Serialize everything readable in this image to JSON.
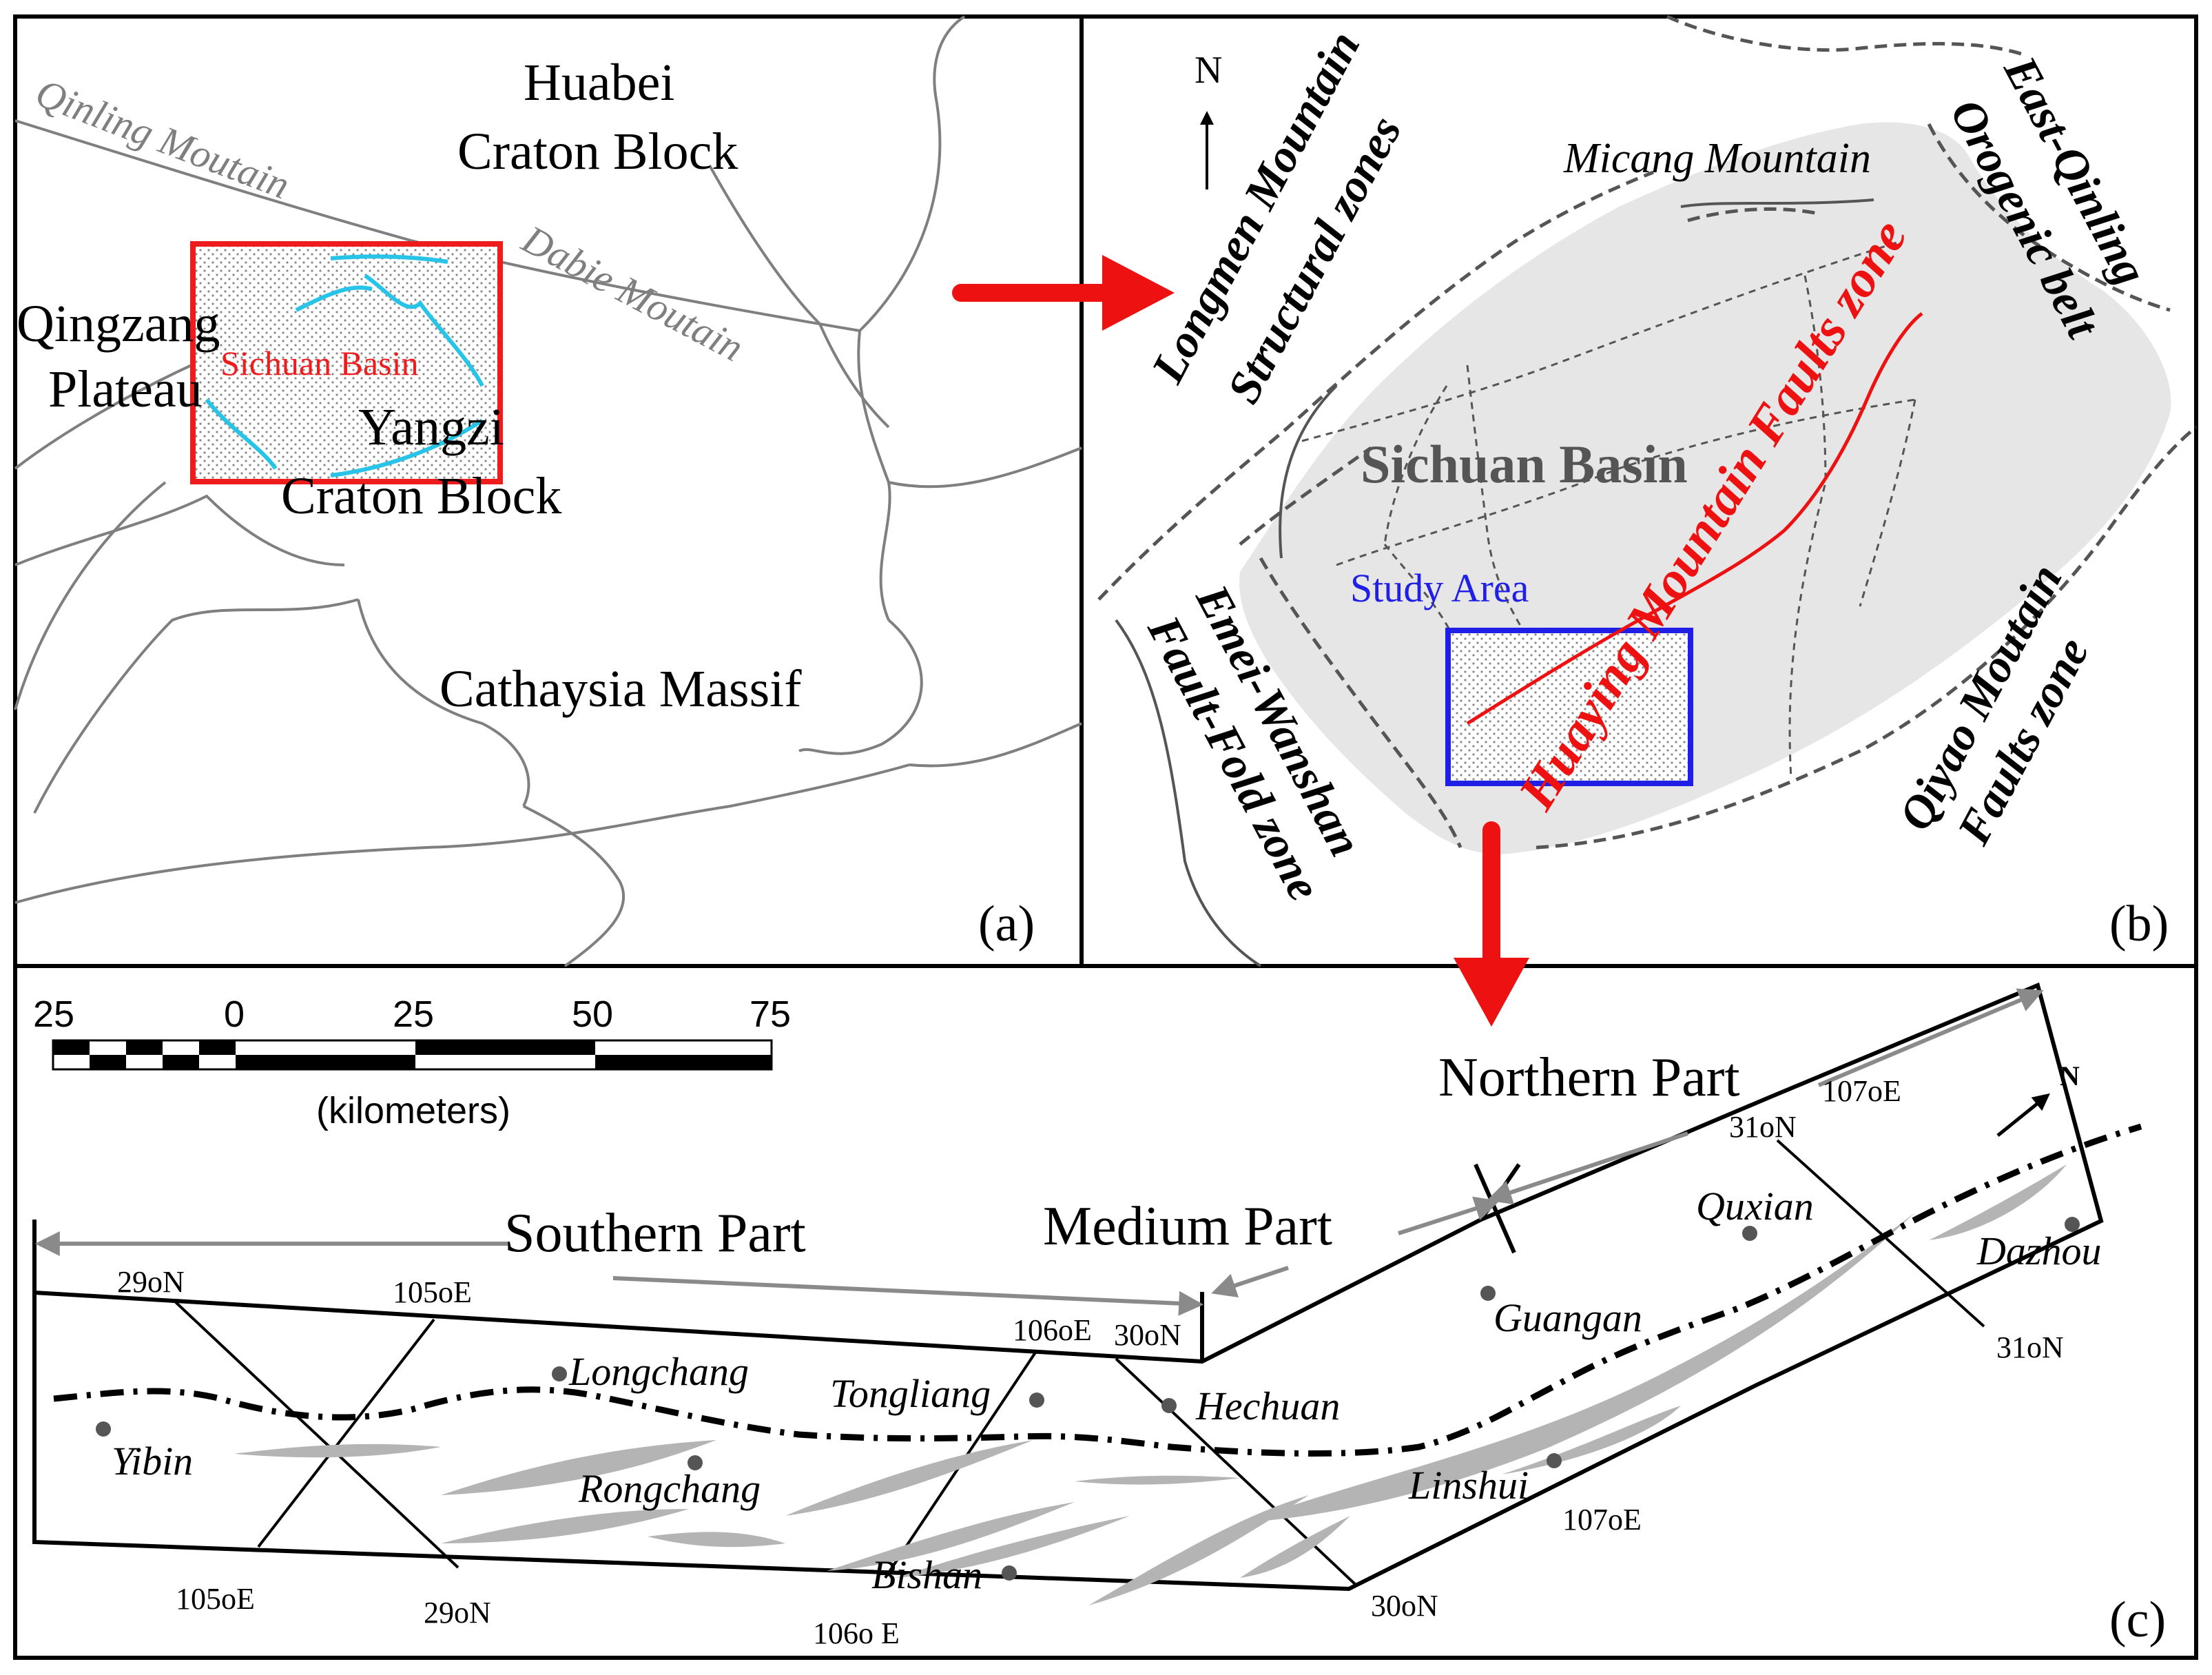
{
  "panel_a": {
    "label": "(a)",
    "regions": {
      "huabei_1": "Huabei",
      "huabei_2": "Craton Block",
      "qingzang_1": "Qingzang",
      "qingzang_2": "Plateau",
      "yangzi_1": "Yangzi",
      "yangzi_2": "Craton Block",
      "cathaysia": "Cathaysia Massif"
    },
    "mountains": {
      "qinling": "Qinling Moutain",
      "dabie": "Dabie Moutain"
    },
    "basin": "Sichuan Basin"
  },
  "panel_b": {
    "label": "(b)",
    "north": "N",
    "basin": "Sichuan Basin",
    "study_area": "Study Area",
    "micang": "Micang Mountain",
    "longmen_1": "Longmen Mountain",
    "longmen_2": "Structural zones",
    "east_qinling_1": "East-Qinling",
    "east_qinling_2": "Orogenic belt",
    "huaying": "Huaying Mountain Faults zone",
    "emei_1": "Emei-Wanshan",
    "emei_2": "Fault-Fold  zone",
    "qiyao_1": "Qiyao Moutain",
    "qiyao_2": "Faults zone"
  },
  "panel_c": {
    "label": "(c)",
    "scale_bar": {
      "ticks": [
        "25",
        "0",
        "25",
        "50",
        "75"
      ],
      "unit": "(kilometers)"
    },
    "north": "N",
    "parts": {
      "southern": "Southern Part",
      "medium": "Medium Part",
      "northern": "Northern Part"
    },
    "cities": [
      "Yibin",
      "Longchang",
      "Rongchang",
      "Tongliang",
      "Bishan",
      "Hechuan",
      "Guangan",
      "Linshui",
      "Quxian",
      "Dazhou"
    ],
    "graticule": {
      "g29n_top": "29oN",
      "g105e_top": "105oE",
      "g106e_top": "106oE",
      "g30n_top": "30oN",
      "g31n_top": "31oN",
      "g107e_top": "107oE",
      "g31n_right": "31oN",
      "g107e_bot": "107oE",
      "g105e_bot": "105oE",
      "g29n_bot": "29oN",
      "g106e_bot": "106o E",
      "g30n_bot": "30oN"
    }
  },
  "colors": {
    "frame": "#000000",
    "boundary_line": "#7f7f7f",
    "basin_fill": "#e6e6e6",
    "study_box": "#1f1fe6",
    "outline_box": "#ee1c1c",
    "fault_red": "#ee1111",
    "fault_cyan": "#28c4e8",
    "arrow_red": "#ee1111",
    "anticline_gray": "#b4b4b4",
    "city_dot": "#555555",
    "gray_arrow": "#8a8a8a"
  }
}
